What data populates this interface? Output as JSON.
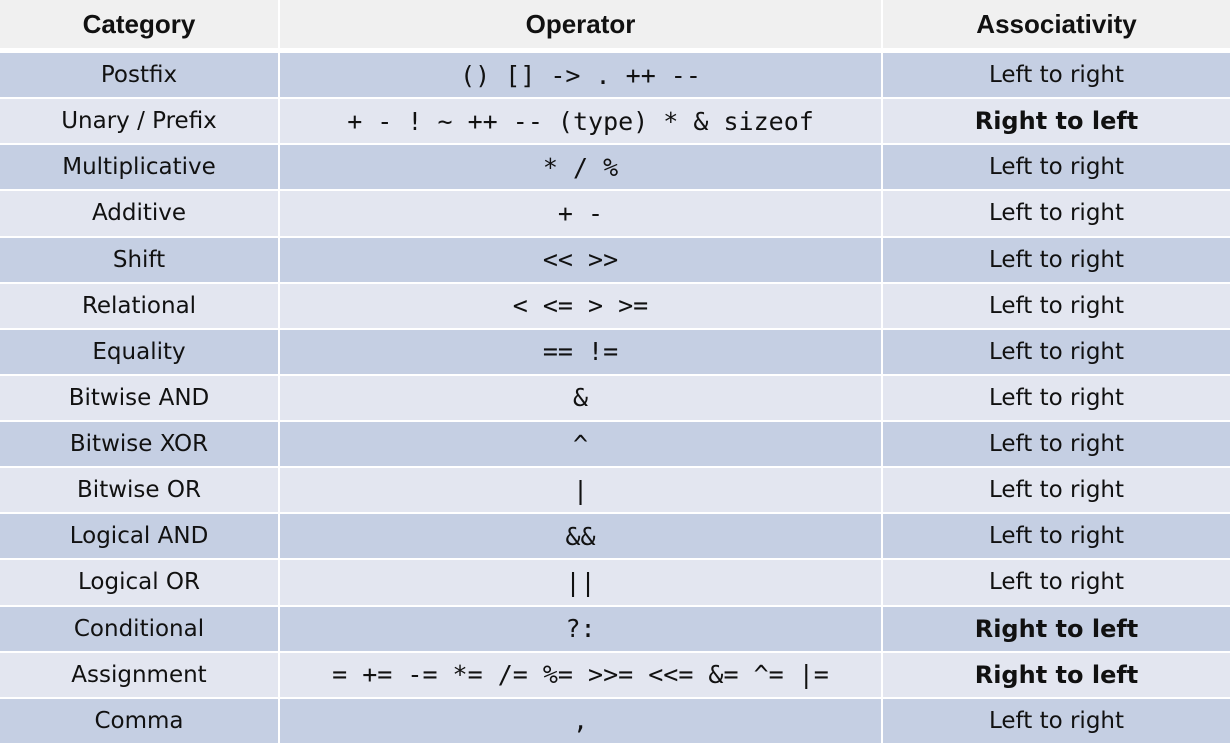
{
  "headers": [
    "Category",
    "Operator",
    "Associativity"
  ],
  "rows": [
    {
      "category": "Postfix",
      "operator": "() [] -> . ++ --",
      "associativity": "Left to right",
      "bold": false
    },
    {
      "category": "Unary / Prefix",
      "operator": "+ - ! ~ ++ -- (type) * & sizeof",
      "associativity": "Right to left",
      "bold": true
    },
    {
      "category": "Multiplicative",
      "operator": "* / %",
      "associativity": "Left to right",
      "bold": false
    },
    {
      "category": "Additive",
      "operator": "+ -",
      "associativity": "Left to right",
      "bold": false
    },
    {
      "category": "Shift",
      "operator": "<< >>",
      "associativity": "Left to right",
      "bold": false
    },
    {
      "category": "Relational",
      "operator": "< <= > >=",
      "associativity": "Left to right",
      "bold": false
    },
    {
      "category": "Equality",
      "operator": "== !=",
      "associativity": "Left to right",
      "bold": false
    },
    {
      "category": "Bitwise AND",
      "operator": "&",
      "associativity": "Left to right",
      "bold": false
    },
    {
      "category": "Bitwise XOR",
      "operator": "^",
      "associativity": "Left to right",
      "bold": false
    },
    {
      "category": "Bitwise OR",
      "operator": "|",
      "associativity": "Left to right",
      "bold": false
    },
    {
      "category": "Logical AND",
      "operator": "&&",
      "associativity": "Left to right",
      "bold": false
    },
    {
      "category": "Logical OR",
      "operator": "||",
      "associativity": "Left to right",
      "bold": false
    },
    {
      "category": "Conditional",
      "operator": "?:",
      "associativity": "Right to left",
      "bold": true
    },
    {
      "category": "Assignment",
      "operator": "= += -= *= /= %= >>= <<= &= ^= |=",
      "associativity": "Right to left",
      "bold": true
    },
    {
      "category": "Comma",
      "operator": ",",
      "associativity": "Left to right",
      "bold": false
    }
  ]
}
